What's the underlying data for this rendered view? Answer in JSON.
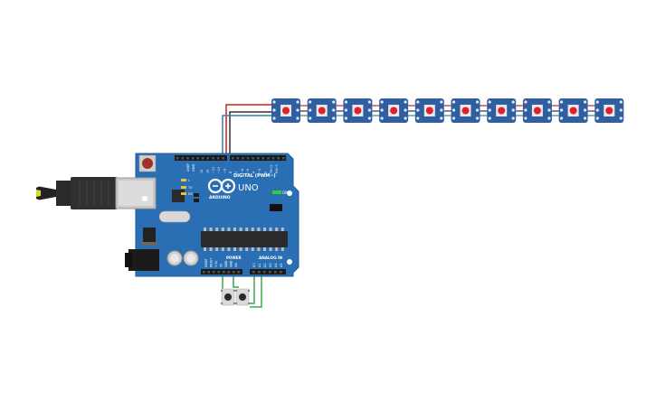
{
  "board": {
    "brand": "ARDUINO",
    "model": "UNO",
    "digital_label": "DIGITAL (PWM~)",
    "power_label": "POWER",
    "analog_label": "ANALOG IN",
    "on_label": "ON",
    "tx_label": "TX",
    "rx_label": "RX",
    "l_label": "L",
    "aref_label": "AREF",
    "gnd_label": "GND",
    "digital_pins": [
      "13",
      "12",
      "~11",
      "~10",
      "~9",
      "8",
      "7",
      "~6",
      "~5",
      "4",
      "~3",
      "2",
      "TX→1",
      "RX←0"
    ],
    "power_pins": [
      "IOREF",
      "RESET",
      "3.3V",
      "5V",
      "GND",
      "GND",
      "Vin"
    ],
    "analog_pins": [
      "A0",
      "A1",
      "A2",
      "A3",
      "A4",
      "A5"
    ],
    "colors": {
      "pcb": "#2a6fb3",
      "pcb_edge": "#1d5a96",
      "silk": "#ffffff"
    }
  },
  "led_strip": {
    "count": 10,
    "led_color": "#e0202a",
    "pcb_color": "#2f5fa0"
  },
  "buttons": {
    "count": 2
  },
  "wires": {
    "colors": {
      "power": "#d11f1f",
      "ground": "#333333",
      "data": "#3a7fa8",
      "button": "#3aa845"
    }
  }
}
